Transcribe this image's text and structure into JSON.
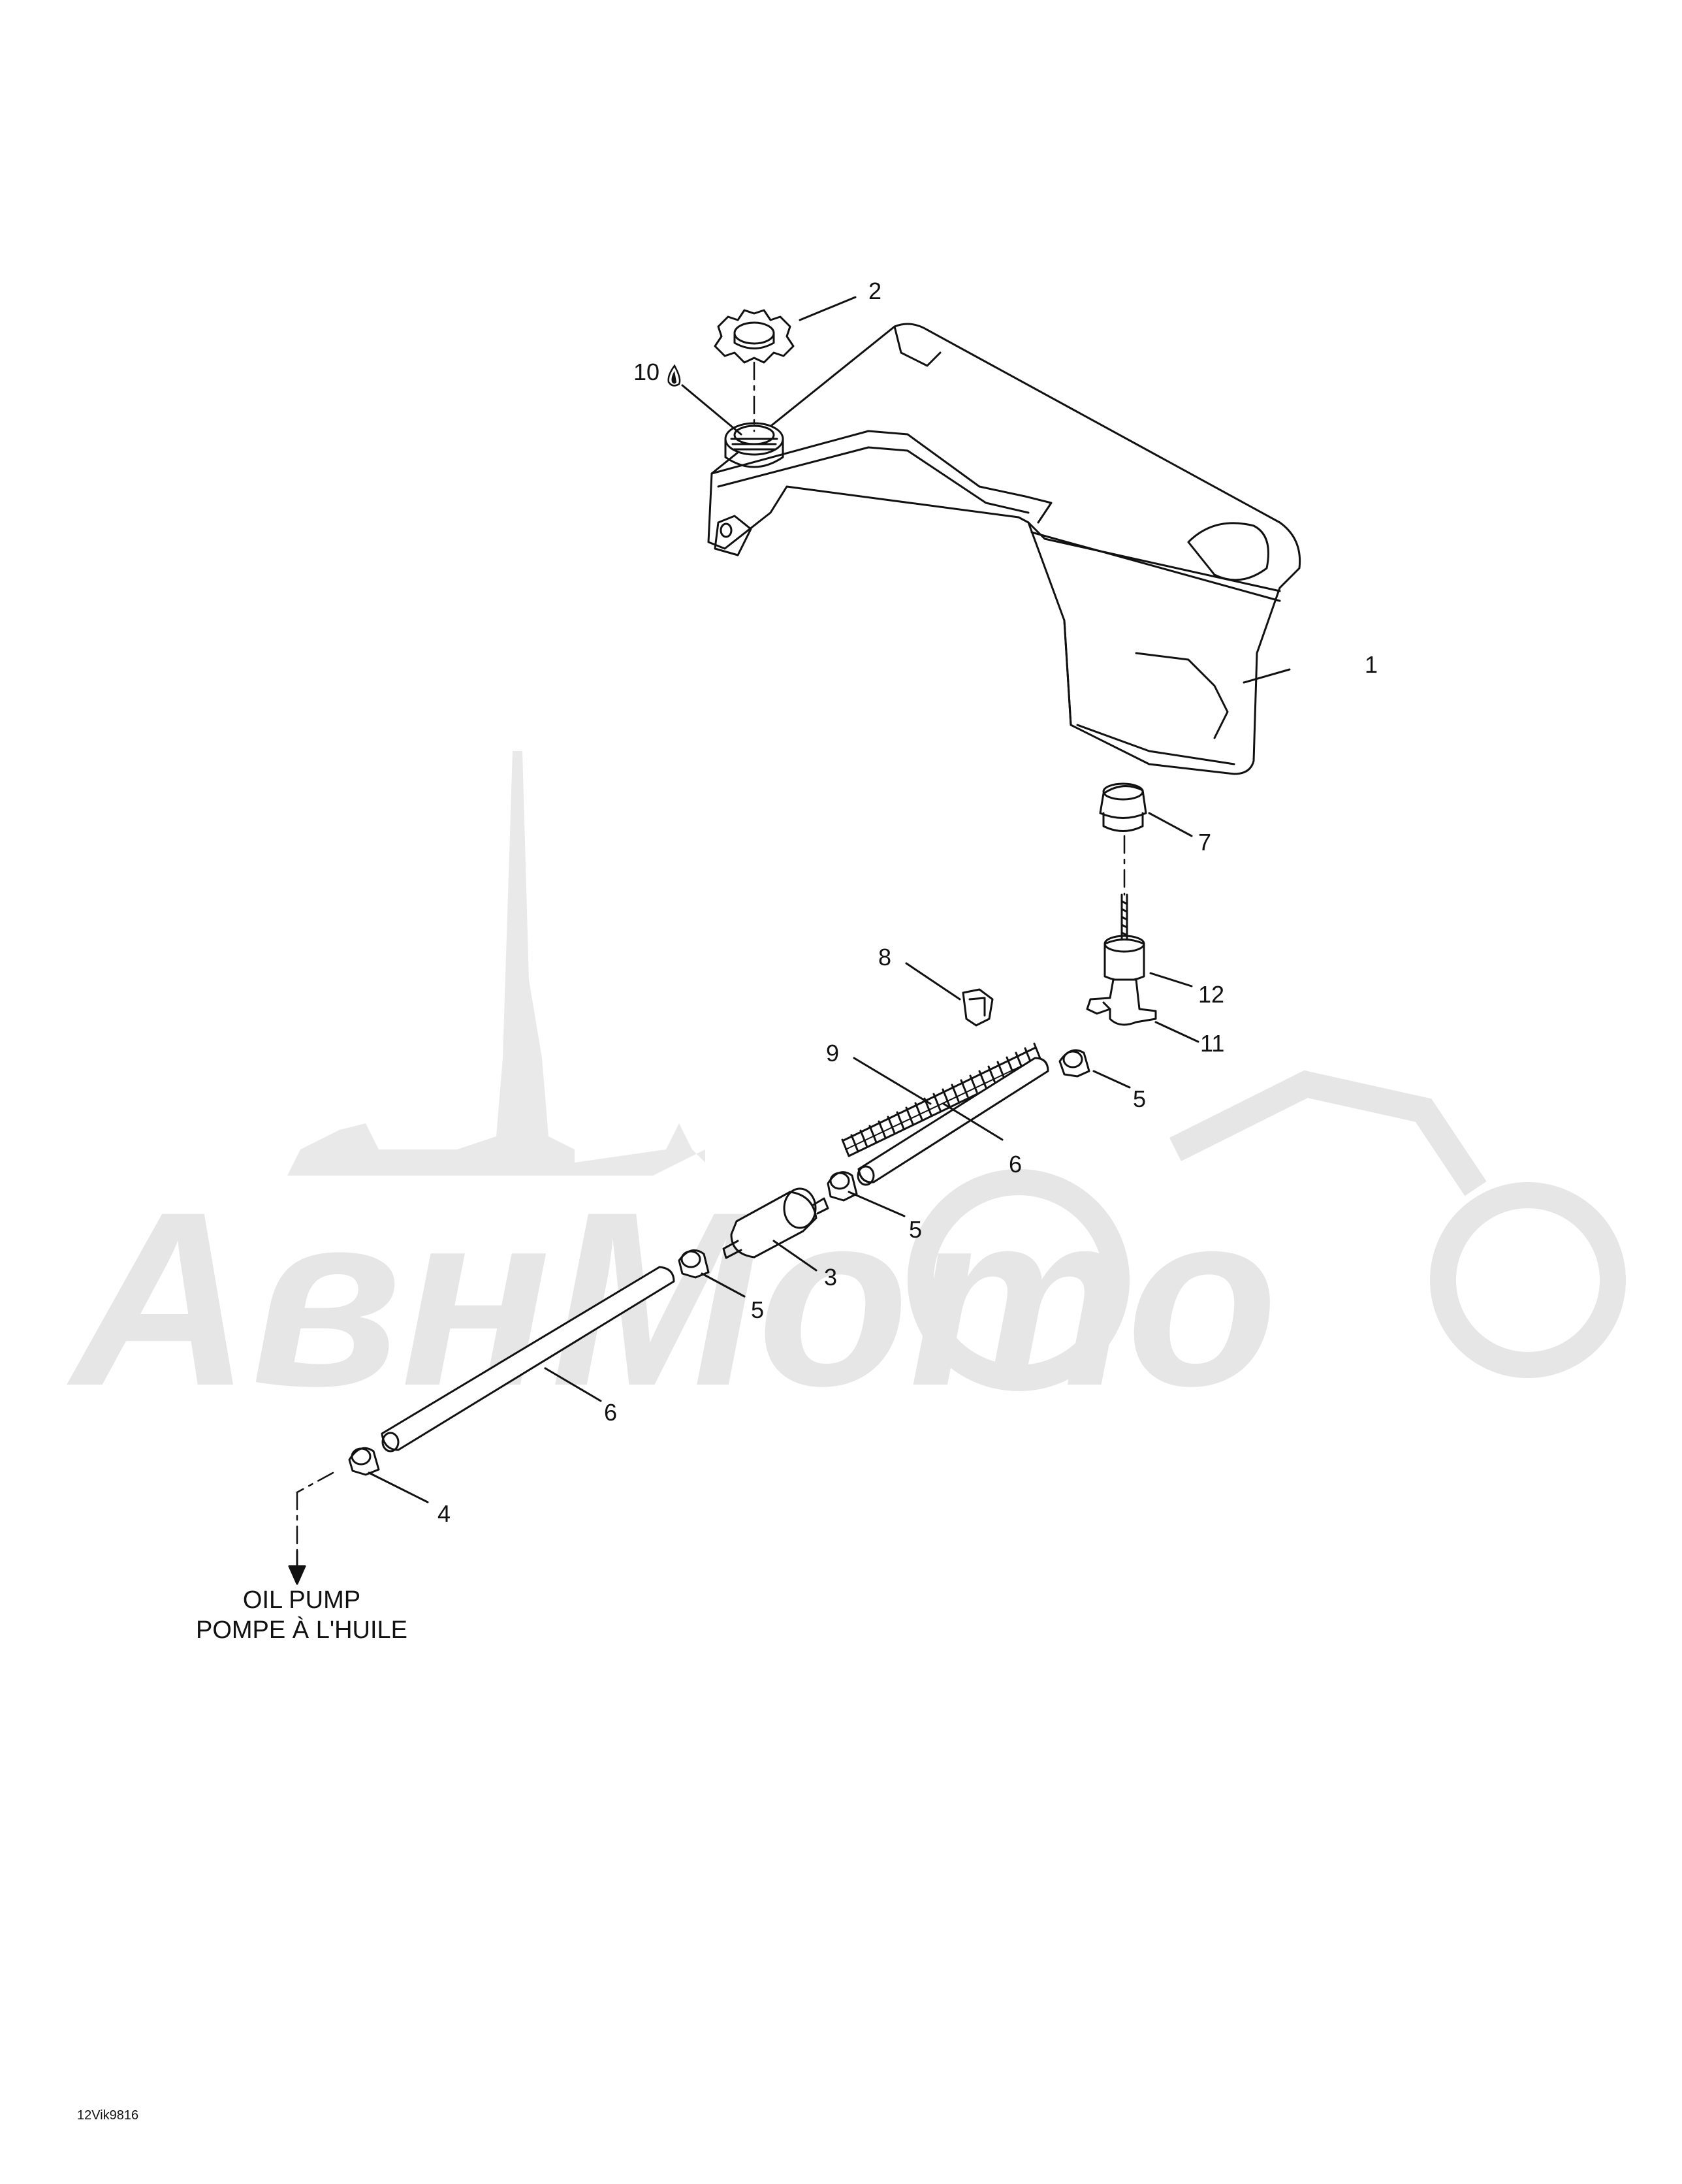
{
  "diagram": {
    "callouts": [
      "1",
      "2",
      "3",
      "4",
      "5",
      "5",
      "5",
      "6",
      "6",
      "7",
      "8",
      "9",
      "10",
      "11",
      "12"
    ],
    "destination": {
      "line1": "OIL PUMP",
      "line2": "POMPE À L'HUILE"
    },
    "drawing_code": "12Vik9816",
    "watermark": "АвнМото",
    "colors": {
      "line": "#111111",
      "watermark": "#e6e6e6",
      "background": "#ffffff"
    }
  }
}
